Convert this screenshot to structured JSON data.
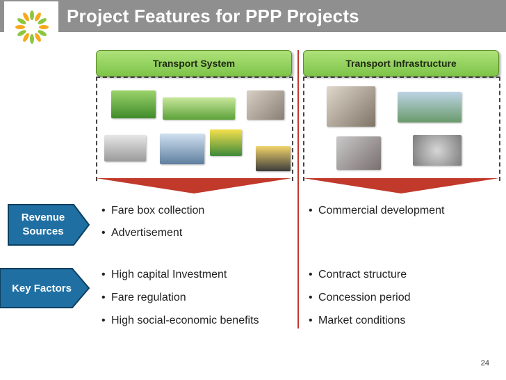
{
  "slide": {
    "title": "Project Features for PPP Projects",
    "page_number": "24"
  },
  "columns": {
    "left": {
      "header": "Transport System"
    },
    "right": {
      "header": "Transport Infrastructure"
    }
  },
  "rows": {
    "revenue": {
      "label_line1": "Revenue",
      "label_line2": "Sources",
      "left_bullets": [
        "Fare box collection",
        "Advertisement"
      ],
      "right_bullets": [
        "Commercial development"
      ]
    },
    "key_factors": {
      "label": "Key Factors",
      "left_bullets": [
        "High capital Investment",
        "Fare regulation",
        "High social-economic benefits"
      ],
      "right_bullets": [
        "Contract structure",
        "Concession period",
        "Market conditions"
      ]
    }
  },
  "colors": {
    "title_bar": "#8f8f8f",
    "green_header": "#7ec44a",
    "accent_red": "#c0392b",
    "label_blue": "#1f6fa3"
  }
}
